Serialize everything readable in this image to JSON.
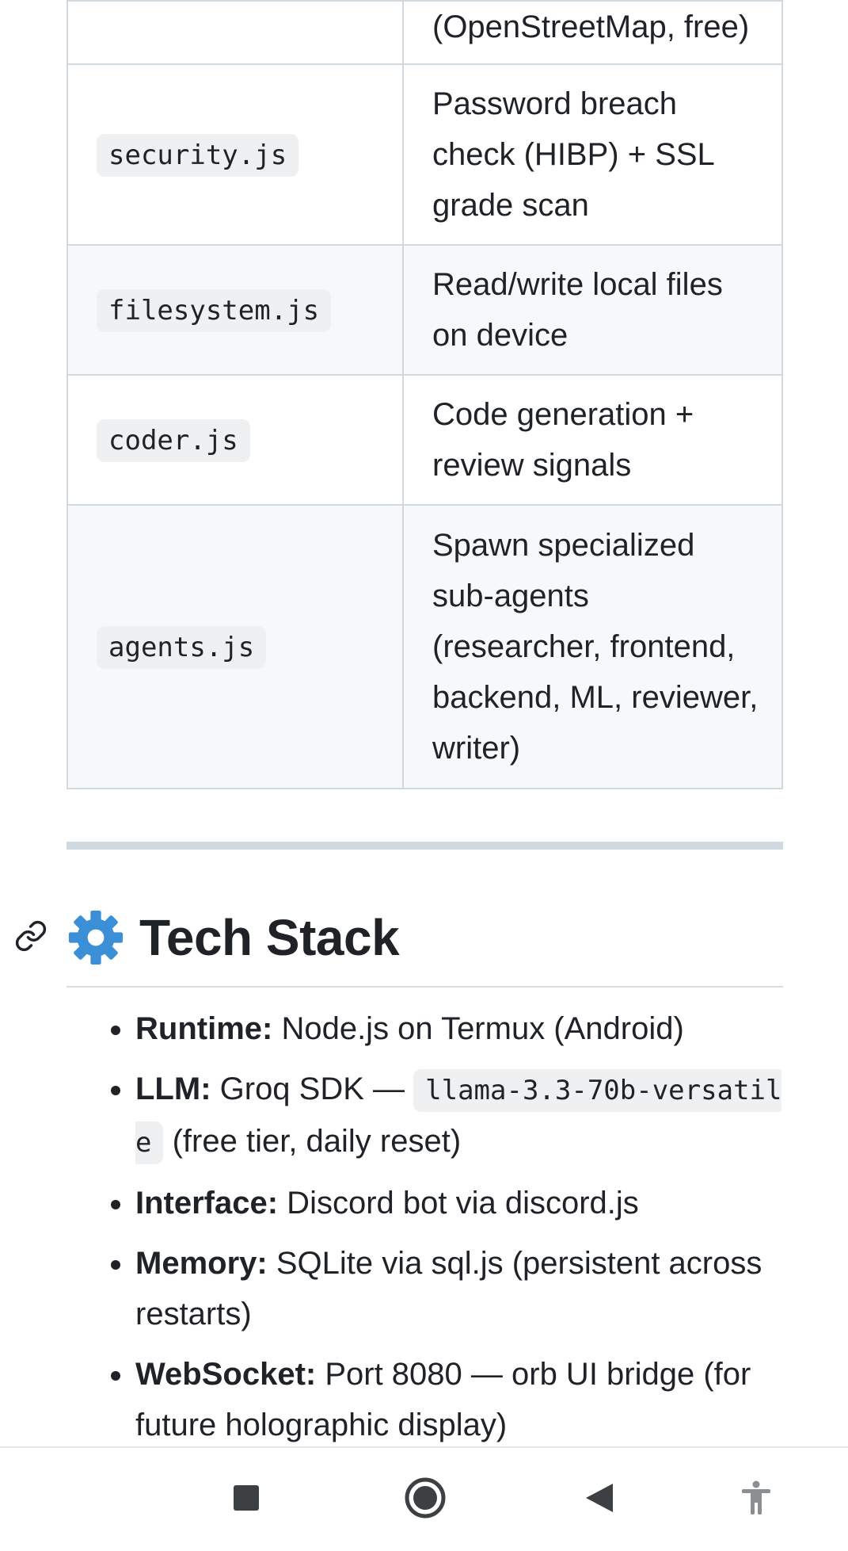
{
  "table": {
    "rows": [
      {
        "file": "",
        "desc": "(OpenStreetMap, free)"
      },
      {
        "file": "security.js",
        "desc": "Password breach check (HIBP) + SSL grade scan"
      },
      {
        "file": "filesystem.js",
        "desc": "Read/write local files on device"
      },
      {
        "file": "coder.js",
        "desc": "Code generation + review signals"
      },
      {
        "file": "agents.js",
        "desc": "Spawn specialized sub-agents (researcher, frontend, backend, ML, reviewer, writer)"
      }
    ]
  },
  "section": {
    "emoji": "⚙️",
    "title": "Tech Stack"
  },
  "stack": {
    "runtime": {
      "label": "Runtime:",
      "text": " Node.js on Termux (Android)"
    },
    "llm": {
      "label": "LLM:",
      "pre": " Groq SDK — ",
      "code": "llama-3.3-70b-versatile",
      "post": " (free tier, daily reset)"
    },
    "interface": {
      "label": "Interface:",
      "text": " Discord bot via discord.js"
    },
    "memory": {
      "label": "Memory:",
      "text": " SQLite via sql.js (persistent across restarts)"
    },
    "websocket": {
      "label": "WebSocket:",
      "text": " Port 8080 — orb UI bridge (for future holographic display)"
    }
  },
  "colors": {
    "text": "#1f2328",
    "border": "#d1d9e0",
    "alt_row": "#f6f8fa",
    "code_bg": "#eef0f2",
    "gear": "#3a8fd6"
  },
  "nav": {
    "icons": [
      "stop-square-icon",
      "home-circle-icon",
      "back-triangle-icon",
      "accessibility-icon"
    ]
  }
}
